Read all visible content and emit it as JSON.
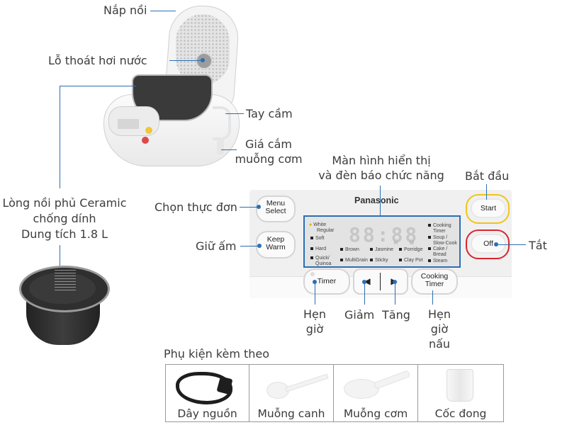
{
  "labels": {
    "nap_noi": "Nắp nồi",
    "lo_thoat_hoi": "Lỗ thoát hơi nước",
    "tay_cam": "Tay cầm",
    "gia_cam_1": "Giá cắm",
    "gia_cam_2": "muỗng cơm",
    "long_noi_1": "Lòng nồi phủ Ceramic",
    "long_noi_2": "chống dính",
    "long_noi_3": "Dung tích 1.8 L",
    "man_hinh_1": "Màn hình hiển thị",
    "man_hinh_2": "và đèn báo chức năng",
    "bat_dau": "Bắt đầu",
    "chon_thuc_don": "Chọn thực đơn",
    "giu_am": "Giữ ấm",
    "tat": "Tắt",
    "hen_gio_1": "Hẹn",
    "hen_gio_2": "giờ",
    "giam": "Giảm",
    "tang": "Tăng",
    "hen_gio_nau_1": "Hẹn",
    "hen_gio_nau_2": "giờ",
    "hen_gio_nau_3": "nấu"
  },
  "panel": {
    "brand": "Panasonic",
    "menu_select_1": "Menu",
    "menu_select_2": "Select",
    "keep_warm_1": "Keep",
    "keep_warm_2": "Warm",
    "start": "Start",
    "off": "Off",
    "timer": "Timer",
    "left_arrow": "◀",
    "right_arrow": "▶",
    "cooking_timer_1": "Cooking",
    "cooking_timer_2": "Timer",
    "display_digits": "88:88",
    "display_h": "H",
    "display_m": "M",
    "menu_items": {
      "white_regular_1": "White",
      "white_regular_2": "Regular",
      "soft": "Soft",
      "hard": "Hard",
      "quick_quinoa_1": "Quick/",
      "quick_quinoa_2": "Quinoa",
      "brown": "Brown",
      "multigrain": "MultiGrain",
      "jasmine": "Jasmine",
      "sticky": "Sticky",
      "porridge": "Porridge",
      "clay_pot": "Clay Pot",
      "cooking_timer_1": "Cooking",
      "cooking_timer_2": "Timer",
      "soup_1": "Soup /",
      "soup_2": "Slow-Cook",
      "cake_1": "Cake /",
      "cake_2": "Bread",
      "steam": "Steam"
    }
  },
  "accessories": {
    "title": "Phụ kiện kèm theo",
    "items": [
      "Dây nguồn",
      "Muỗng canh",
      "Muỗng cơm",
      "Cốc đong"
    ]
  },
  "colors": {
    "callout_line": "#2a6fb6",
    "start_ring": "#f0c419",
    "off_ring": "#d9262c"
  }
}
